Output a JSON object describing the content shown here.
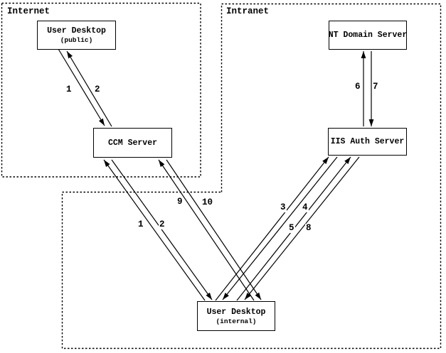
{
  "zones": {
    "internet": {
      "label": "Internet"
    },
    "intranet": {
      "label": "Intranet"
    }
  },
  "nodes": {
    "user_desktop_public": {
      "title": "User Desktop",
      "subtitle": "(public)"
    },
    "nt_domain_server": {
      "title": "NT Domain Server"
    },
    "ccm_server": {
      "title": "CCM Server"
    },
    "iis_auth_server": {
      "title": "IIS Auth Server"
    },
    "user_desktop_internal": {
      "title": "User Desktop",
      "subtitle": "(internal)"
    }
  },
  "edges": [
    {
      "label": "1",
      "from": "user_desktop_public",
      "to": "ccm_server"
    },
    {
      "label": "2",
      "from": "ccm_server",
      "to": "user_desktop_public"
    },
    {
      "label": "1",
      "from": "user_desktop_internal",
      "to": "ccm_server"
    },
    {
      "label": "2",
      "from": "ccm_server",
      "to": "user_desktop_internal"
    },
    {
      "label": "9",
      "from": "user_desktop_internal",
      "to": "ccm_server"
    },
    {
      "label": "10",
      "from": "ccm_server",
      "to": "user_desktop_internal"
    },
    {
      "label": "3",
      "from": "user_desktop_internal",
      "to": "iis_auth_server"
    },
    {
      "label": "4",
      "from": "iis_auth_server",
      "to": "user_desktop_internal"
    },
    {
      "label": "5",
      "from": "user_desktop_internal",
      "to": "iis_auth_server"
    },
    {
      "label": "8",
      "from": "iis_auth_server",
      "to": "user_desktop_internal"
    },
    {
      "label": "6",
      "from": "iis_auth_server",
      "to": "nt_domain_server"
    },
    {
      "label": "7",
      "from": "nt_domain_server",
      "to": "iis_auth_server"
    }
  ],
  "colors": {
    "line": "#000000",
    "background": "#ffffff",
    "text": "#000000"
  }
}
